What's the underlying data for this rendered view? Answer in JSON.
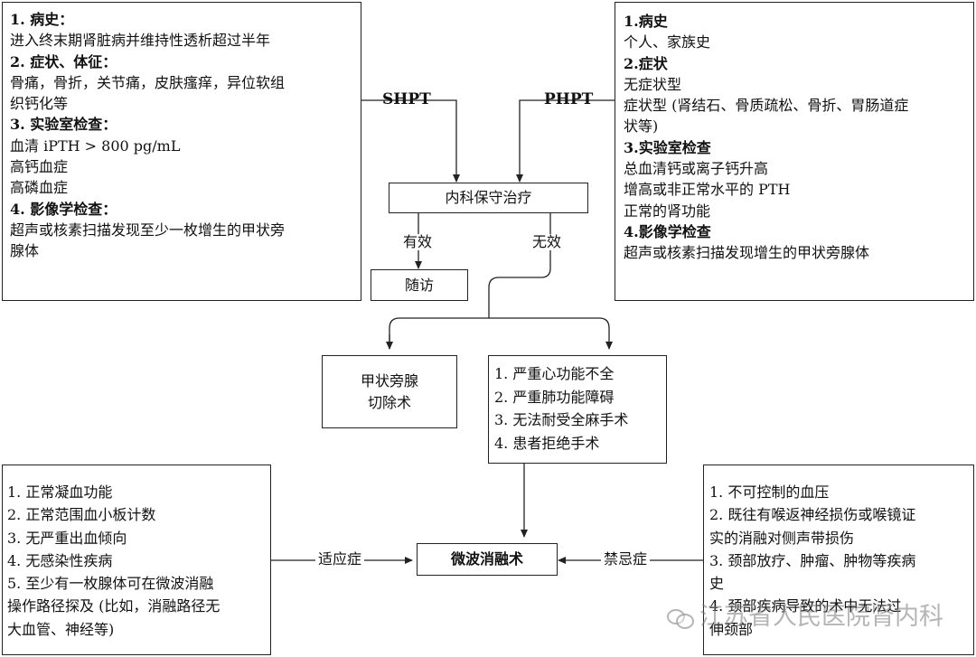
{
  "shpt_box": {
    "lines": [
      {
        "text": "1. 病史：",
        "head": true
      },
      {
        "text": "进入终末期肾脏病并维持性透析超过半年",
        "head": false
      },
      {
        "text": "2. 症状、体征：",
        "head": true
      },
      {
        "text": "骨痛，骨折，关节痛，皮肤瘙痒，异位软组",
        "head": false
      },
      {
        "text": "织钙化等",
        "head": false
      },
      {
        "text": "3. 实验室检查：",
        "head": true
      },
      {
        "text": "血清 iPTH > 800 pg/mL",
        "head": false
      },
      {
        "text": "高钙血症",
        "head": false
      },
      {
        "text": "高磷血症",
        "head": false
      },
      {
        "text": "4. 影像学检查：",
        "head": true
      },
      {
        "text": "超声或核素扫描发现至少一枚增生的甲状旁",
        "head": false
      },
      {
        "text": "腺体",
        "head": false
      }
    ]
  },
  "phpt_box": {
    "lines": [
      {
        "text": "1.病史",
        "head": true
      },
      {
        "text": "个人、家族史",
        "head": false
      },
      {
        "text": "2.症状",
        "head": true
      },
      {
        "text": "无症状型",
        "head": false
      },
      {
        "text": "症状型 (肾结石、骨质疏松、骨折、胃肠道症",
        "head": false
      },
      {
        "text": "状等)",
        "head": false
      },
      {
        "text": "3.实验室检查",
        "head": true
      },
      {
        "text": "总血清钙或离子钙升高",
        "head": false
      },
      {
        "text": "增高或非正常水平的 PTH",
        "head": false
      },
      {
        "text": "正常的肾功能",
        "head": false
      },
      {
        "text": "4.影像学检查",
        "head": true
      },
      {
        "text": "超声或核素扫描发现增生的甲状旁腺体",
        "head": false
      }
    ]
  },
  "labels": {
    "shpt": "SHPT",
    "phpt": "PHPT",
    "effective": "有效",
    "ineffective": "无效",
    "indication": "适应症",
    "contraindication": "禁忌症"
  },
  "nodes": {
    "conservative": "内科保守治疗",
    "followup": "随访",
    "surgery_line1": "甲状旁腺",
    "surgery_line2": "切除术",
    "microwave": "微波消融术"
  },
  "surgery_contra": [
    "1. 严重心功能不全",
    "2. 严重肺功能障碍",
    "3. 无法耐受全麻手术",
    "4. 患者拒绝手术"
  ],
  "indications": [
    "1. 正常凝血功能",
    "2. 正常范围血小板计数",
    "3. 无严重出血倾向",
    "4. 无感染性疾病",
    "5. 至少有一枚腺体可在微波消融",
    "操作路径探及 (比如，消融路径无",
    "大血管、神经等)"
  ],
  "contraindications": [
    "1. 不可控制的血压",
    "2. 既往有喉返神经损伤或喉镜证",
    "实的消融对侧声带损伤",
    "3. 颈部放疗、肿瘤、肿物等疾病",
    "史",
    "4. 颈部疾病导致的术中无法过",
    "伸颈部"
  ],
  "watermark": "江苏省人民医院肾内科"
}
